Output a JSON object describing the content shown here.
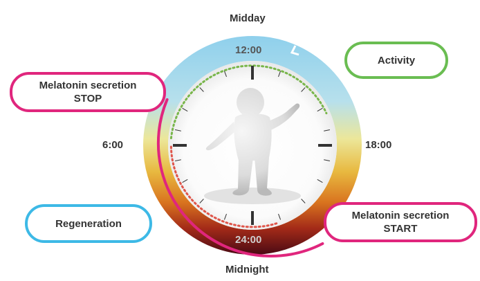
{
  "labels": {
    "midday": "Midday",
    "midnight": "Midnight",
    "left_time": "6:00",
    "right_time": "18:00",
    "dial_top": "12:00",
    "dial_bottom": "24:00"
  },
  "boxes": {
    "melatonin_stop": [
      "Melatonin secretion",
      "STOP"
    ],
    "activity": "Activity",
    "regeneration": "Regeneration",
    "melatonin_start": [
      "Melatonin secretion",
      "START"
    ]
  },
  "colors": {
    "accent_magenta": "#e0267d",
    "activity_green": "#6abd52",
    "regeneration_blue": "#3db9e6",
    "day_sky": "#8fd0ec",
    "night": "#4a0a14",
    "dawn_yellow": "#ece79a",
    "dusk_orange": "#e49a25",
    "dotted_green": "#78b64a",
    "dotted_red": "#e0554a"
  },
  "icons": {
    "figure": "person-figure-icon"
  }
}
